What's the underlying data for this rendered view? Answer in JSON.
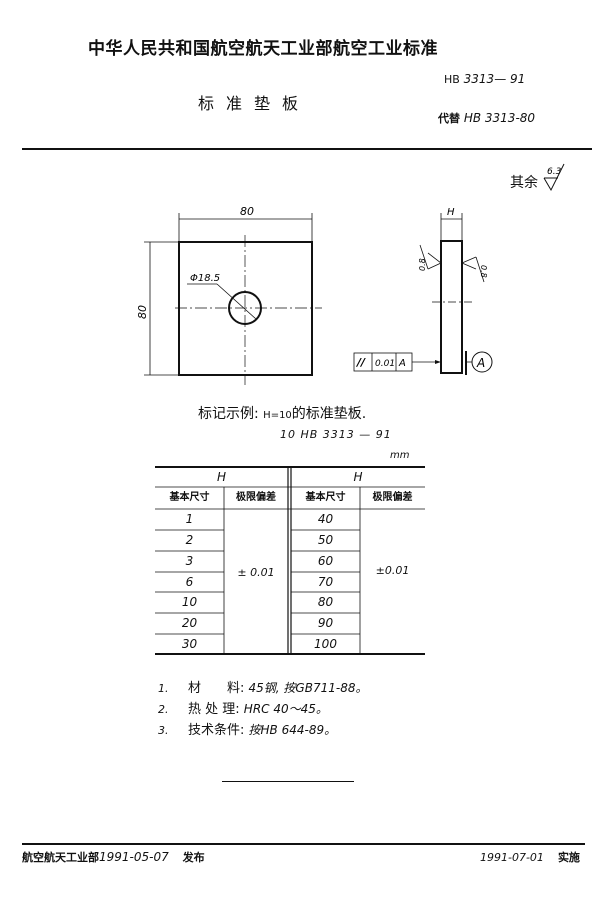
{
  "header": {
    "org_title": "中华人民共和国航空航天工业部航空工业标准",
    "doc_title": "标准垫板",
    "standard_prefix": "HB",
    "standard_number": "3313— 91",
    "replaces_label": "代替",
    "replaces_number": "HB 3313-80"
  },
  "drawing": {
    "roughness_rest_label": "其余",
    "roughness_rest_value": "6.3",
    "front_view": {
      "width_dim": "80",
      "height_dim": "80",
      "hole_dim": "Φ18.5"
    },
    "side_view": {
      "thickness_dim": "H",
      "roughness_left": "0.8",
      "roughness_right": "0.8",
      "tolerance_frame": {
        "symbol": "//",
        "value": "0.01",
        "datum": "A"
      },
      "datum_label": "A"
    }
  },
  "marking_example": {
    "label": "标记示例:",
    "h_value": "H=10",
    "description": "的标准垫板.",
    "code": "10 HB 3313 — 91",
    "unit": "mm"
  },
  "table": {
    "group_header": "H",
    "columns": [
      "基本尺寸",
      "极限偏差"
    ],
    "left": {
      "sizes": [
        "1",
        "2",
        "3",
        "6",
        "10",
        "20",
        "30"
      ],
      "tolerance": "± 0.01"
    },
    "right": {
      "sizes": [
        "40",
        "50",
        "60",
        "70",
        "80",
        "90",
        "100"
      ],
      "tolerance": "±0.01"
    }
  },
  "notes": [
    {
      "num": "1.",
      "label": "材　　料:",
      "value": "45钢, 按GB711-88。"
    },
    {
      "num": "2.",
      "label": "热 处 理:",
      "value": "HRC 40～45。"
    },
    {
      "num": "3.",
      "label": "技术条件:",
      "value": "按HB 644-89。"
    }
  ],
  "footer": {
    "publisher": "航空航天工业部",
    "publish_date": "1991-05-07",
    "publish_label": "发布",
    "effective_date": "1991-07-01",
    "effective_label": "实施"
  }
}
